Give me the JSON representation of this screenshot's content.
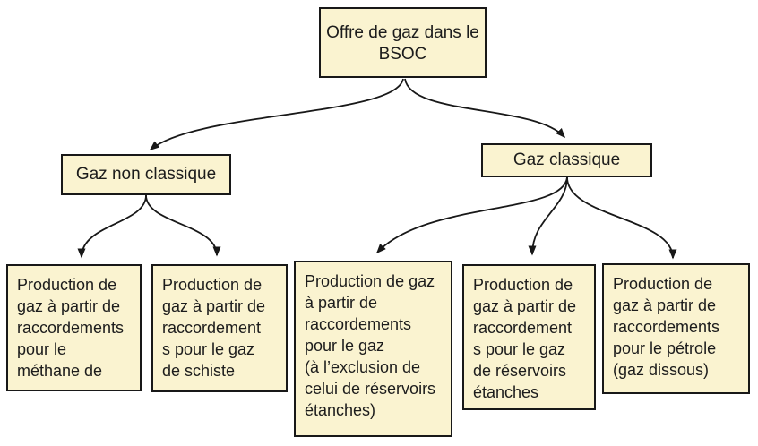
{
  "diagram": {
    "title": "Offre de gaz dans le BSOC",
    "colors": {
      "background": "#ffffff",
      "box_fill": "#FAF3D0",
      "box_border": "#181818",
      "arrow": "#181818",
      "text": "#1c1c1c"
    },
    "nodes": {
      "root": {
        "label": "Offre de gaz dans le\nBSOC"
      },
      "branch_left": {
        "label": "Gaz non classique"
      },
      "branch_right": {
        "label": "Gaz classique"
      },
      "leaf1": {
        "label": "Production de\ngaz à partir de\nraccordements\npour le\nméthane de"
      },
      "leaf2": {
        "label": "Production de\ngaz à partir de\nraccordement\ns pour le gaz\nde schiste"
      },
      "leaf3": {
        "label": "Production de gaz\nà partir de\nraccordements\npour le gaz\n(à l’exclusion de\ncelui de réservoirs\nétanches)"
      },
      "leaf4": {
        "label": "Production de\ngaz à partir de\nraccordement\ns pour le gaz\nde réservoirs\nétanches"
      },
      "leaf5": {
        "label": "Production de\ngaz à partir de\nraccordements\npour le pétrole\n(gaz dissous)"
      }
    },
    "edges": [
      {
        "from": "root",
        "to": "branch_left"
      },
      {
        "from": "root",
        "to": "branch_right"
      },
      {
        "from": "branch_left",
        "to": "leaf1"
      },
      {
        "from": "branch_left",
        "to": "leaf2"
      },
      {
        "from": "branch_right",
        "to": "leaf3"
      },
      {
        "from": "branch_right",
        "to": "leaf4"
      },
      {
        "from": "branch_right",
        "to": "leaf5"
      }
    ]
  }
}
